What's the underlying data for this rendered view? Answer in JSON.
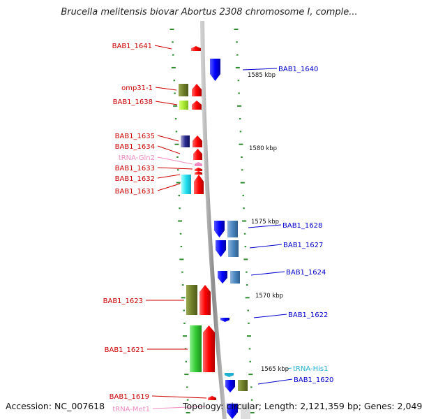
{
  "header": {
    "title": "Brucella melitensis biovar Abortus 2308 chromosome I, comple..."
  },
  "footer": {
    "accession_label": "Accession: NC_007618",
    "summary_label": "Topology: circular; Length: 2,121,359 bp; Genes: 2,049"
  },
  "scale_ticks": [
    {
      "label": "1585 kbp"
    },
    {
      "label": "1580 kbp"
    },
    {
      "label": "1575 kbp"
    },
    {
      "label": "1570 kbp"
    },
    {
      "label": "1565 kbp"
    }
  ],
  "left_labels": [
    {
      "text": "BAB1_1641",
      "color": "#cc0000"
    },
    {
      "text": "omp31-1",
      "color": "#cc0000"
    },
    {
      "text": "BAB1_1638",
      "color": "#cc0000"
    },
    {
      "text": "BAB1_1635",
      "color": "#cc0000"
    },
    {
      "text": "BAB1_1634",
      "color": "#cc0000"
    },
    {
      "text": "tRNA-Gln2",
      "color": "#f08cc0"
    },
    {
      "text": "BAB1_1633",
      "color": "#cc0000"
    },
    {
      "text": "BAB1_1632",
      "color": "#cc0000"
    },
    {
      "text": "BAB1_1631",
      "color": "#cc0000"
    },
    {
      "text": "BAB1_1623",
      "color": "#cc0000"
    },
    {
      "text": "BAB1_1621",
      "color": "#cc0000"
    },
    {
      "text": "BAB1_1619",
      "color": "#cc0000"
    },
    {
      "text": "tRNA-Met1",
      "color": "#f08cc0"
    }
  ],
  "right_labels": [
    {
      "text": "BAB1_1640",
      "color": "#0000cc"
    },
    {
      "text": "BAB1_1628",
      "color": "#0000cc"
    },
    {
      "text": "BAB1_1627",
      "color": "#0000cc"
    },
    {
      "text": "BAB1_1624",
      "color": "#0000cc"
    },
    {
      "text": "BAB1_1622",
      "color": "#0000cc"
    },
    {
      "text": "tRNA-His1",
      "color": "#20b0d0"
    },
    {
      "text": "BAB1_1620",
      "color": "#0000cc"
    }
  ],
  "colors": {
    "forward_strand": "#ff0000",
    "reverse_strand": "#0000ff",
    "backbone": "#999999",
    "tick": "#2e8b2e",
    "trna": "#f08cc0"
  }
}
